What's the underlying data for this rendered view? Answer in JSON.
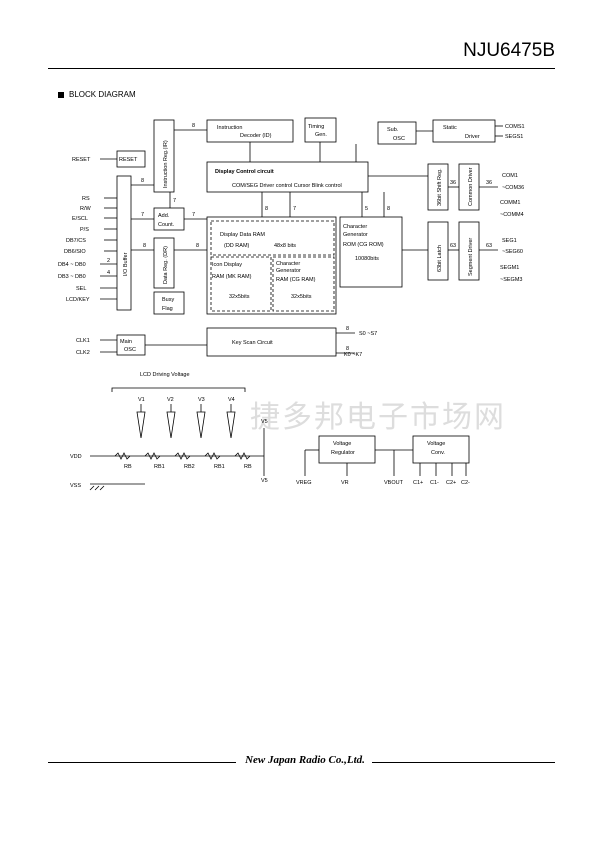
{
  "header": {
    "title": "NJU6475B"
  },
  "section": {
    "title": "BLOCK DIAGRAM"
  },
  "blocks": {
    "reset": "RESET",
    "io_buffer": "I/O     Buffer",
    "inst_reg": "Instruction Reg.(IR)",
    "inst_decoder": [
      "Instruction",
      "Decoder (ID)"
    ],
    "timing_gen": [
      "Timing",
      "Gen."
    ],
    "sub_osc": [
      "Sub.",
      "OSC"
    ],
    "static_driver": [
      "Static",
      "Driver"
    ],
    "display_control": [
      "Display Control circuit",
      "COM/SEG Driver control Cursor Blink control"
    ],
    "addr_counter": [
      "Add.",
      "Count."
    ],
    "data_reg": "Data Reg. (DR)",
    "busy_flag": [
      "Busy",
      "Flag"
    ],
    "ddram": [
      "Display Data RAM",
      "(DD RAM)",
      "48x8 bits"
    ],
    "icon_ram": [
      "Icon Display",
      "RAM (MK RAM)",
      "32x5bits"
    ],
    "cg_ram": [
      "Character",
      "Generator",
      "RAM (CG RAM)",
      "32x5bits"
    ],
    "cg_rom": [
      "Character",
      "Generator",
      "ROM (CG ROM)",
      "10080bits"
    ],
    "shift_reg": "36bit Shift Reg.",
    "common_driver": "Common Driver",
    "latch": "63bit Latch",
    "segment_driver": "Segment Driver",
    "key_scan": "Key Scan Circuit",
    "main_osc": [
      "Main",
      "OSC"
    ],
    "voltage_regulator": [
      "Voltage",
      "Regulator"
    ],
    "voltage_conv": [
      "Voltage",
      "Conv."
    ],
    "lcd_driving": "LCD Driving Voltage"
  },
  "pins_left": [
    "RESET",
    "RS",
    "R/W",
    "E/SCL",
    "P/S",
    "DB7/CS",
    "DB6/SIO",
    "DB4 ~ DB0",
    "DB3 ~ DB0",
    "SEL",
    "LCD/KEY",
    "CLK1",
    "CLK2",
    "VDD",
    "VSS"
  ],
  "pins_right": {
    "coms": "COMS1",
    "segs": "SEGS1",
    "com1": "COM1",
    "com36": "~COM36",
    "comm1": "COMM1",
    "commx": "~COMM4",
    "seg1": "SEG1",
    "seg60": "~SEG60",
    "segm1": "SEGM1",
    "segmx": "~SEGM3"
  },
  "keys": {
    "s": "S0 ~S7",
    "k": "K0 ~K7"
  },
  "bus_widths": {
    "w8": "8",
    "w7": "7",
    "w5": "5",
    "w4": "4",
    "w2": "2",
    "w36": "36",
    "w63": "63"
  },
  "voltages": [
    "V1",
    "V2",
    "V3",
    "V4",
    "V5"
  ],
  "resistors": [
    "RB",
    "RB1",
    "RB2",
    "RB1",
    "RB"
  ],
  "vreg_pins": [
    "VREG",
    "VR",
    "VBOUT",
    "C1+",
    "C1-",
    "C2+",
    "C2-"
  ],
  "footer": {
    "company": "New Japan Radio Co.,Ltd."
  },
  "watermark": "捷多邦电子市场网"
}
